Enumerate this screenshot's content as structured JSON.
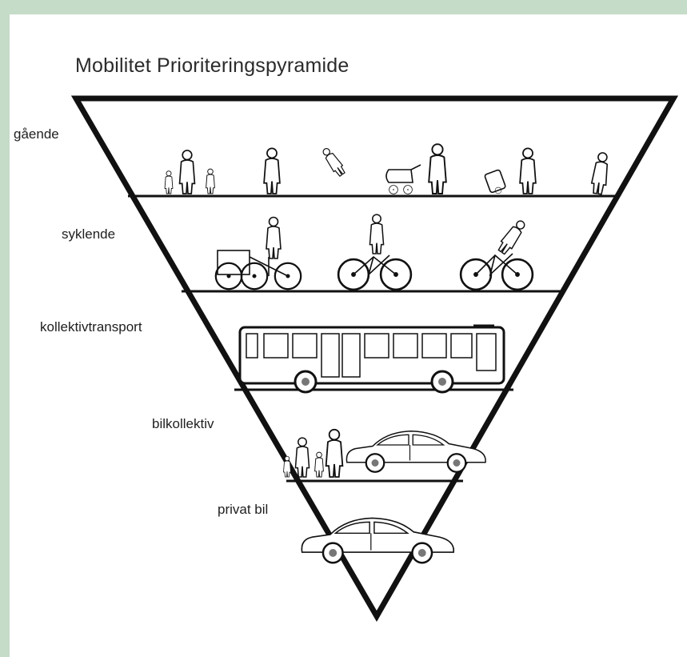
{
  "title": "Mobilitet Prioriteringspyramide",
  "levels": [
    {
      "label": "gående",
      "icon": "pedestrians-icon"
    },
    {
      "label": "syklende",
      "icon": "cyclists-icon"
    },
    {
      "label": "kollektivtransport",
      "icon": "bus-icon"
    },
    {
      "label": "bilkollektiv",
      "icon": "carpool-icon"
    },
    {
      "label": "privat bil",
      "icon": "private-car-icon"
    }
  ],
  "colors": {
    "background": "#c5dcc8",
    "panel": "#ffffff",
    "lines": "#111111"
  }
}
